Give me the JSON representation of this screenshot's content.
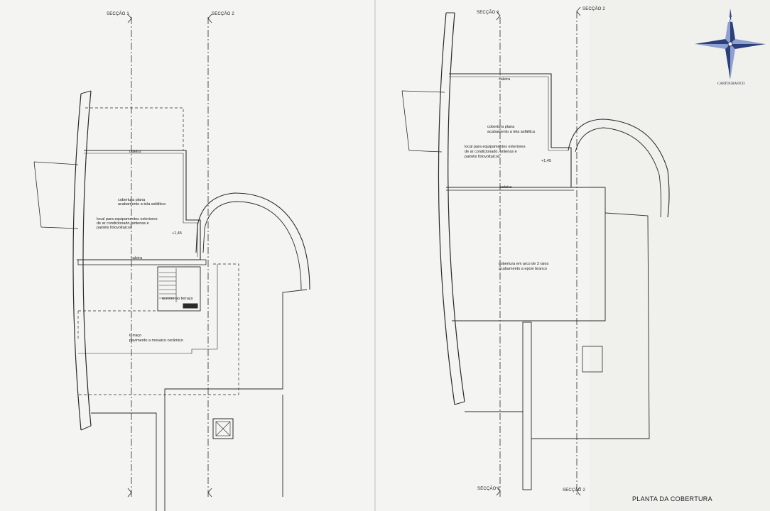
{
  "sections": {
    "s1": "SECÇÃO 1",
    "s2": "SECÇÃO 2"
  },
  "left_plan": {
    "gutter": "caleira",
    "roof_note_1": "cobertura plana",
    "roof_note_2": "acabamento a tela asfáltica",
    "equip_note_1": "local para equipamentos exteriores",
    "equip_note_2": "de ar condicionado, antenas e",
    "equip_note_3": "painéis fotovoltaicos",
    "level": "+1,45",
    "gutter_2": "caleira",
    "access": "acesso ao terraço",
    "terrace_1": "terraço",
    "terrace_2": "pavimento a mosaico cerâmico"
  },
  "right_plan": {
    "gutter": "caleira",
    "roof_note_1": "cobertura plana",
    "roof_note_2": "acabamento a tela asfáltica",
    "equip_note_1": "local para equipamentos exteriores",
    "equip_note_2": "de ar condicionado, antenas e",
    "equip_note_3": "painéis fotovoltaicos",
    "level": "+1,45",
    "gutter_2": "caleira",
    "arch_roof_1": "cobertura em arco de 3 raios",
    "arch_roof_2": "acabamento a epoxi branco"
  },
  "compass": {
    "north": "N",
    "label": "CARTOGRAFICO"
  },
  "drawing_title": "PLANTA DA COBERTURA",
  "colors": {
    "paper": "#f4f4f2",
    "ink": "#2a2a2a",
    "compass_blue": "#2b3f7a"
  }
}
